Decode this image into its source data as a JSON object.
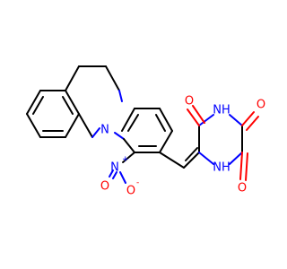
{
  "molecule": {
    "colors": {
      "carbon_bond": "#000000",
      "nitrogen": "#0000ff",
      "oxygen": "#ff0000",
      "background": "#ffffff"
    },
    "atoms": {
      "n_isoquinoline": "N",
      "n_nitro": "N",
      "n_nitro_charge": "+",
      "o_nitro_minus": "O",
      "o_nitro_minus_charge": "-",
      "o_nitro_double": "O",
      "o_c4": "O",
      "o_c2": "O",
      "o_c6": "O",
      "nh_n3": "NH",
      "nh_n1": "NH"
    }
  }
}
